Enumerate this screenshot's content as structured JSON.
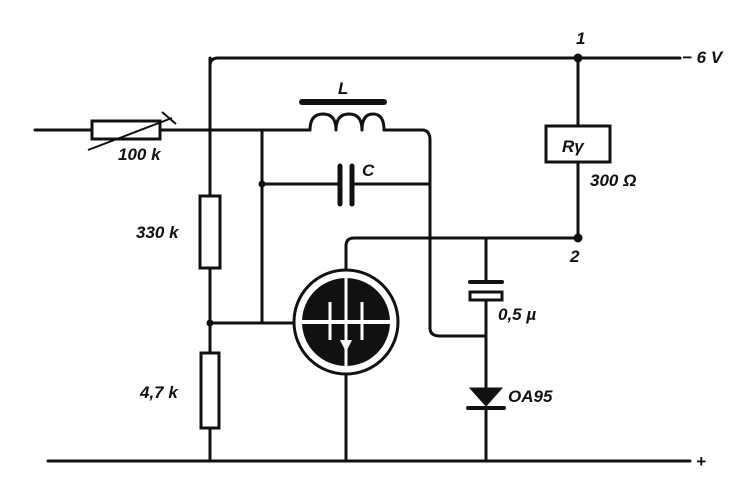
{
  "labels": {
    "inductor": "L",
    "capacitor": "C",
    "relay": "Rγ",
    "relay_resistance": "300 Ω",
    "node_top": "1",
    "node_right": "2",
    "supply_neg": "− 6 V",
    "supply_pos": "+",
    "input_resistor": "100 k",
    "upper_resistor": "330 k",
    "lower_resistor": "4,7 k",
    "electrolytic_cap": "0,5 µ",
    "diode": "OA95"
  },
  "colors": {
    "ink": "#111111",
    "paper": "#ffffff"
  }
}
